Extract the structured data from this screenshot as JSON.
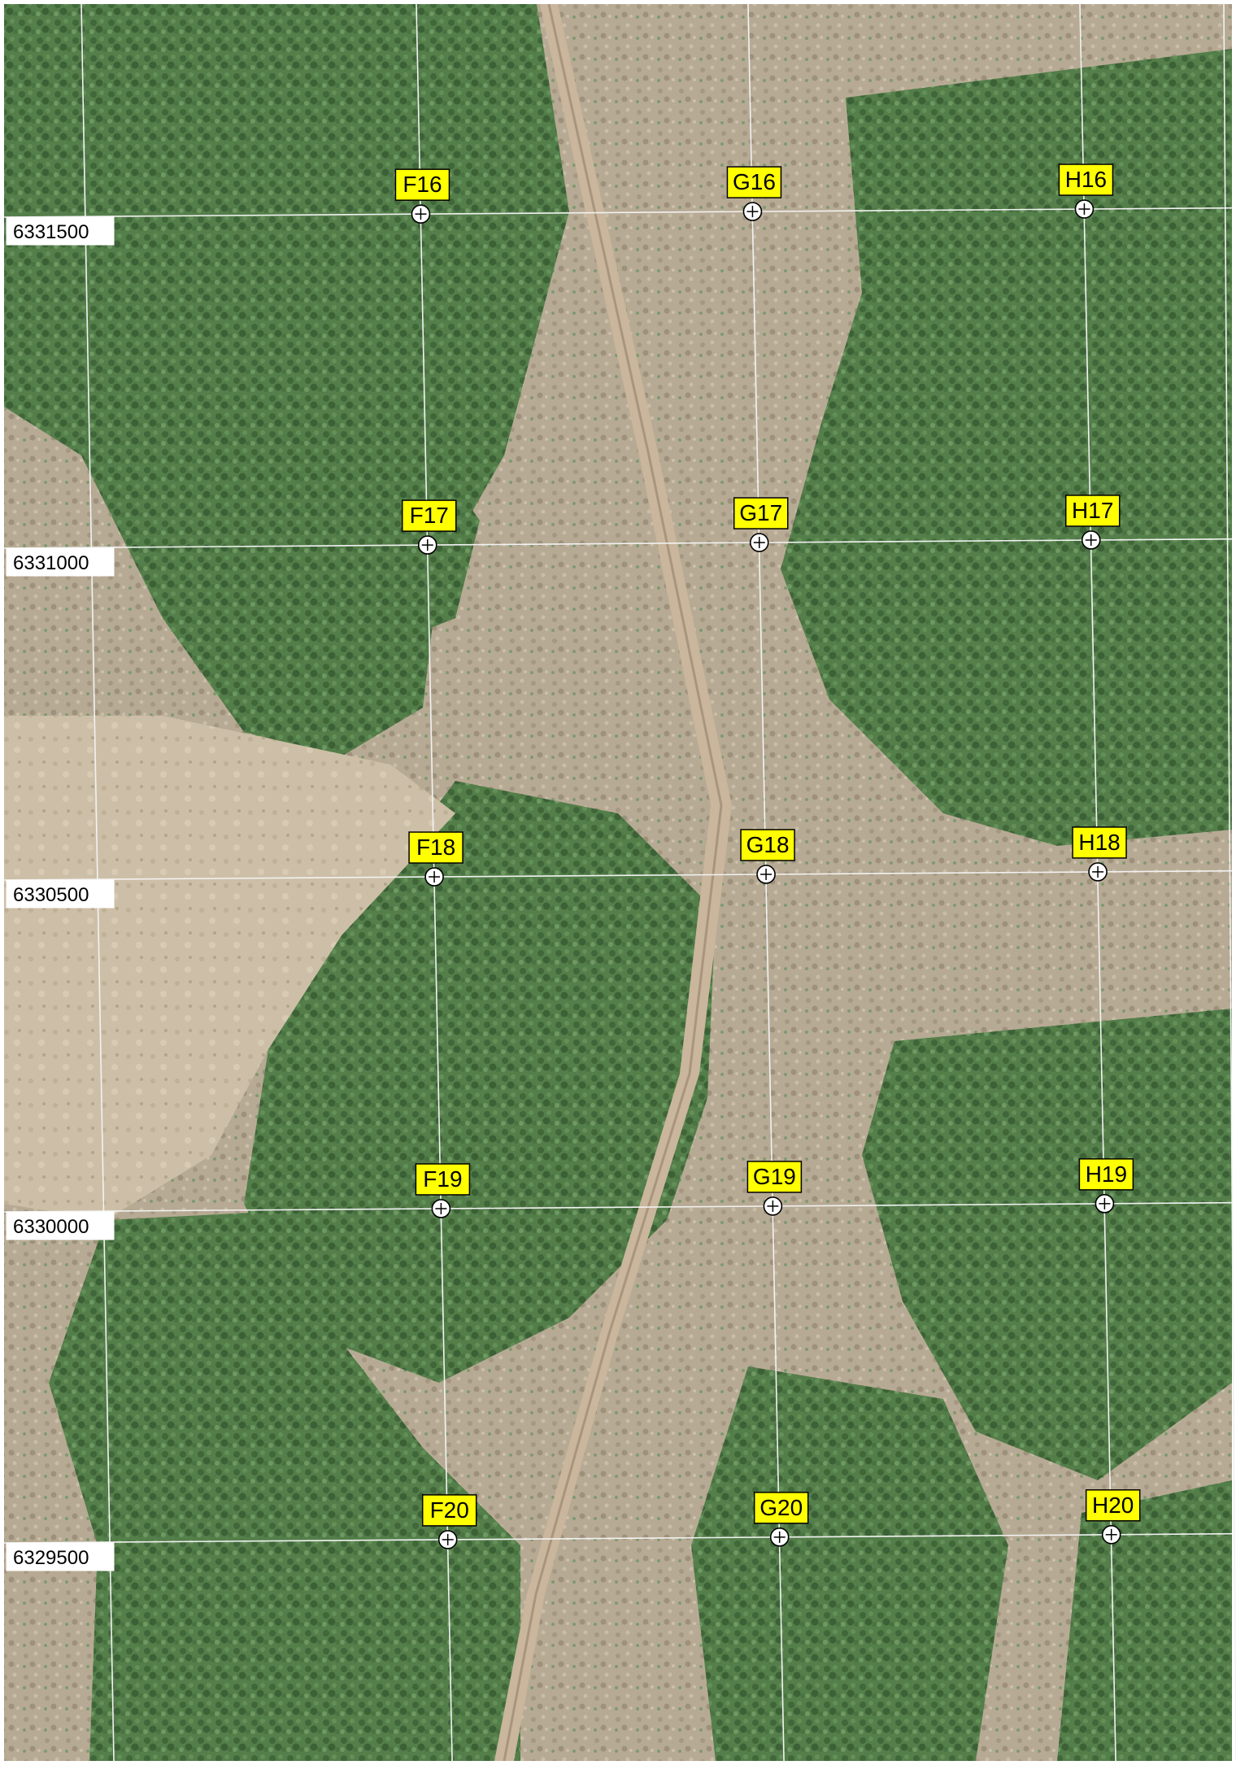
{
  "map": {
    "colors": {
      "frame": "#ffffff",
      "forest_dark": "#3f6a3a",
      "forest_mid": "#5e8a52",
      "forest_light": "#7fa46e",
      "clearing": "#b9ad98",
      "clearing_light": "#cfc3ad",
      "road": "#c6b39a",
      "road_edge": "#9d8a72",
      "grid_line": "#f2f2f2",
      "label_fill": "#ffff00",
      "label_stroke": "#000000",
      "coord_fill": "#ffffff"
    },
    "marker_icon": "crosshair-circle-icon",
    "northing_labels": [
      "6331500",
      "6331000",
      "6330500",
      "6330000",
      "6329500"
    ],
    "point_labels": [
      [
        "F16",
        "G16",
        "H16"
      ],
      [
        "F17",
        "G17",
        "H17"
      ],
      [
        "F18",
        "G18",
        "H18"
      ],
      [
        "F19",
        "G19",
        "H19"
      ],
      [
        "F20",
        "G20",
        "H20"
      ]
    ]
  }
}
